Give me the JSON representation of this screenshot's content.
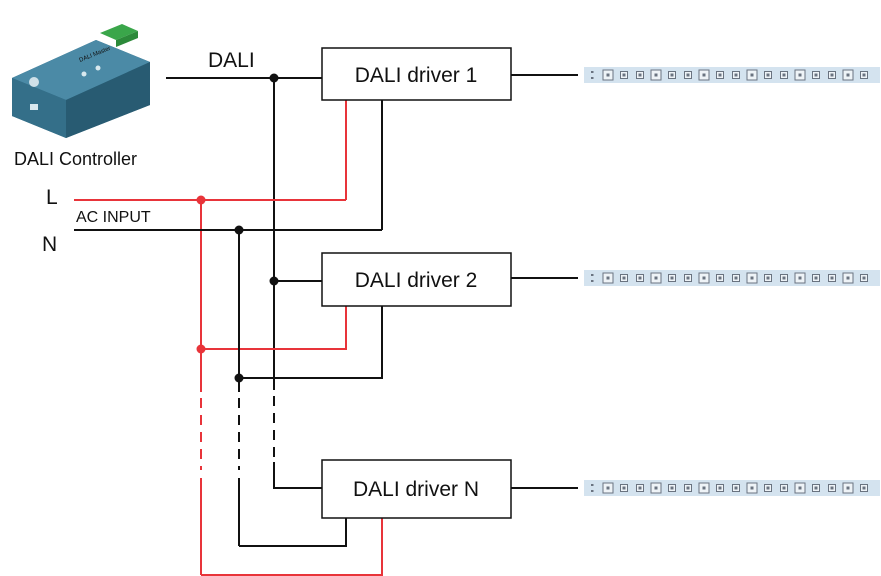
{
  "controller": {
    "label": "DALI Controller",
    "device_text": "DALI Master",
    "body_color": "#3f7f9a",
    "terminal_color": "#3aa64a"
  },
  "bus_label": "DALI",
  "mains": {
    "l_label": "L",
    "n_label": "N",
    "input_label": "AC INPUT",
    "live_color": "#e8343a",
    "neutral_color": "#111111"
  },
  "drivers": [
    {
      "label": "DALI driver 1"
    },
    {
      "label": "DALI driver 2"
    },
    {
      "label": "DALI driver N"
    }
  ],
  "strip": {
    "color": "#d4e3ef",
    "led_color": "#6a7380"
  }
}
